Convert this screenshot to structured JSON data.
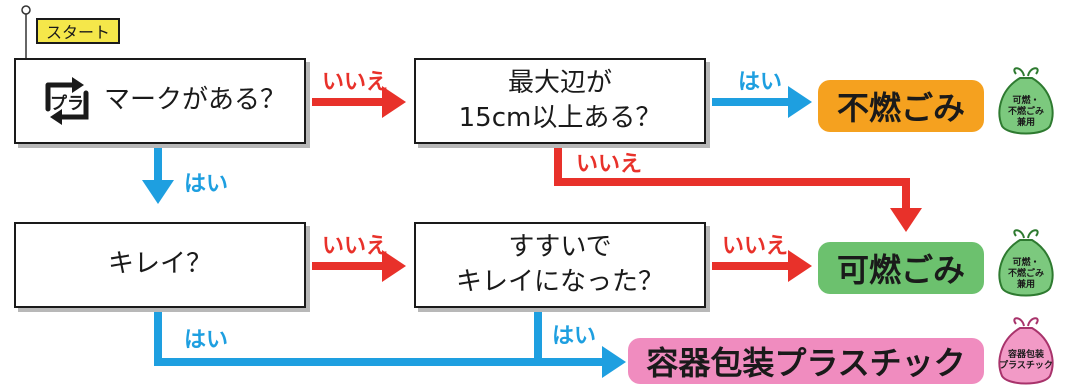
{
  "start": {
    "label": "スタート"
  },
  "nodes": {
    "q_mark": {
      "lines": [
        "マークがある？"
      ],
      "icon": "pla-recycling-mark-icon"
    },
    "q_size": {
      "lines": [
        "最大辺が",
        "15cm以上ある？"
      ]
    },
    "q_clean": {
      "lines": [
        "キレイ？"
      ]
    },
    "q_rinse": {
      "lines": [
        "すすいで",
        "キレイになった？"
      ]
    }
  },
  "icon_text": {
    "pla": "プラ"
  },
  "edges": {
    "e1": "いいえ",
    "e2": "はい",
    "e3": "いいえ",
    "e4": "はい",
    "e5": "いいえ",
    "e6": "いいえ",
    "e7": "はい",
    "e8": "はい"
  },
  "results": {
    "nonburnable": {
      "label": "不燃ごみ",
      "color": "#f5a11f"
    },
    "burnable": {
      "label": "可燃ごみ",
      "color": "#6cc16e"
    },
    "plastic": {
      "label": "容器包装プラスチック",
      "color": "#f08cbf"
    }
  },
  "bags": {
    "bag1": {
      "lines": [
        "可燃・",
        "不燃ごみ",
        "兼用"
      ],
      "color": "#7cc97e"
    },
    "bag2": {
      "lines": [
        "可燃・",
        "不燃ごみ",
        "兼用"
      ],
      "color": "#7cc97e"
    },
    "bag3": {
      "lines": [
        "容器包装",
        "プラスチック"
      ],
      "color": "#f29ac6"
    }
  },
  "colors": {
    "no": "#e8312a",
    "yes": "#1e9fe0",
    "flag": "#f5e74a"
  }
}
